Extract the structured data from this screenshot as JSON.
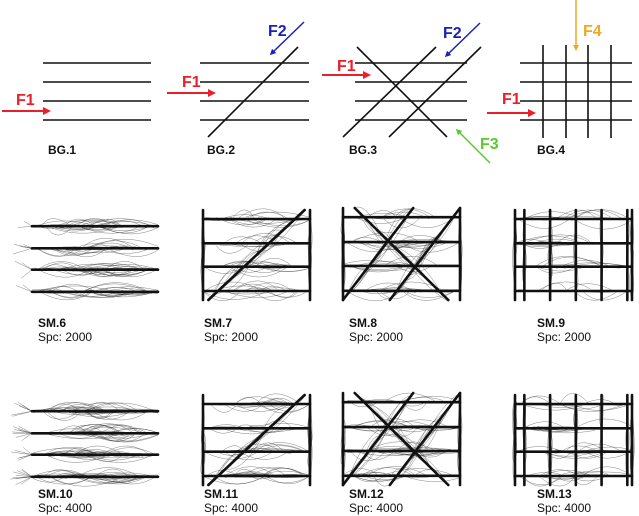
{
  "colors": {
    "f1": "#e8202a",
    "f2": "#1a22b8",
    "f3": "#5cc832",
    "f4": "#f0a820",
    "line": "#111111"
  },
  "patterns": [
    {
      "label": "BG.1",
      "forces": [
        "F1"
      ]
    },
    {
      "label": "BG.2",
      "forces": [
        "F1",
        "F2"
      ]
    },
    {
      "label": "BG.3",
      "forces": [
        "F1",
        "F2",
        "F3"
      ]
    },
    {
      "label": "BG.4",
      "forces": [
        "F1",
        "F4"
      ]
    }
  ],
  "simulations": [
    {
      "label": "SM.6",
      "spacing": "Spc: 2000",
      "pattern": "BG.1"
    },
    {
      "label": "SM.7",
      "spacing": "Spc: 2000",
      "pattern": "BG.2"
    },
    {
      "label": "SM.8",
      "spacing": "Spc: 2000",
      "pattern": "BG.3"
    },
    {
      "label": "SM.9",
      "spacing": "Spc: 2000",
      "pattern": "BG.4"
    },
    {
      "label": "SM.10",
      "spacing": "Spc: 4000",
      "pattern": "BG.1"
    },
    {
      "label": "SM.11",
      "spacing": "Spc: 4000",
      "pattern": "BG.2"
    },
    {
      "label": "SM.12",
      "spacing": "Spc: 4000",
      "pattern": "BG.3"
    },
    {
      "label": "SM.13",
      "spacing": "Spc: 4000",
      "pattern": "BG.4"
    }
  ]
}
